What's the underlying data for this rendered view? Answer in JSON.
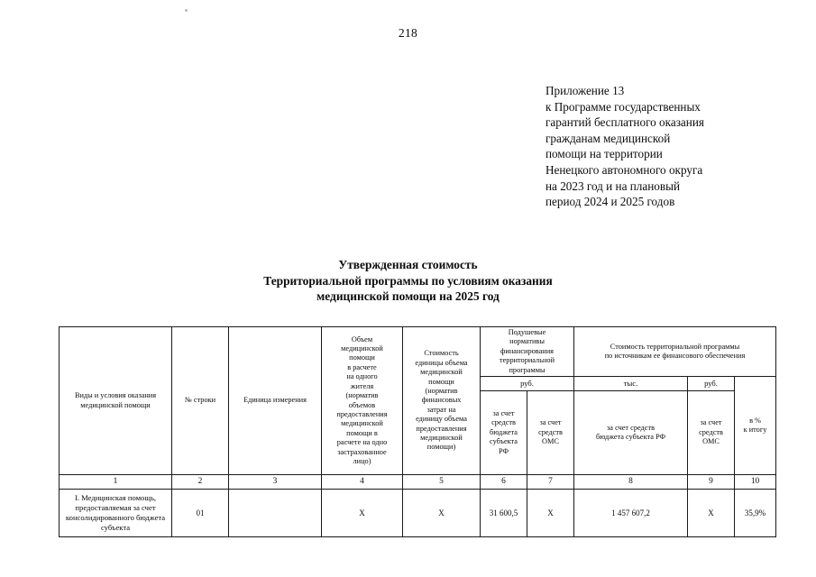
{
  "page": {
    "number": "218"
  },
  "appendix": {
    "lines": [
      "Приложение 13",
      "к Программе государственных",
      "гарантий бесплатного оказания",
      "гражданам медицинской",
      "помощи на территории",
      "Ненецкого автономного округа",
      "на 2023 год и на плановый",
      "период 2024 и 2025 годов"
    ]
  },
  "title": {
    "line1": "Утвержденная стоимость",
    "line2": "Территориальной программы по условиям оказания",
    "line3": "медицинской помощи на 2025 год"
  },
  "table": {
    "headers": {
      "col1": "Виды и условия оказания\nмедицинской помощи",
      "col2": "№ строки",
      "col3": "Единица измерения",
      "col4": "Объем\nмедицинской\nпомощи\nв расчете\nна одного\nжителя\n(норматив\nобъемов\nпредоставления\nмедицинской\nпомощи в\nрасчете на одно\nзастрахованное\nлицо)",
      "col5": "Стоимость\nединицы объема\nмедицинской\nпомощи\n(норматив\nфинансовых\nзатрат на\nединицу объема\nпредоставления\nмедицинской\nпомощи)",
      "group_per_capita": "Подушевые\nнормативы\nфинансирования\nтерриториальной\nпрограммы",
      "group_cost": "Стоимость территориальной программы\nпо источникам ее финансового обеспечения",
      "unit_rub_per_capita": "руб.",
      "unit_thousand": "тыс.",
      "unit_rub_oms": "руб.",
      "col6": "за счет\nсредств\nбюджета\nсубъекта\nРФ",
      "col7": "за счет\nсредств\nОМС",
      "col8": "за счет средств\nбюджета субъекта РФ",
      "col9": "за счет\nсредств\nОМС",
      "col10": "в %\nк итогу"
    },
    "column_numbers": [
      "1",
      "2",
      "3",
      "4",
      "5",
      "6",
      "7",
      "8",
      "9",
      "10"
    ],
    "rows": [
      {
        "label": "I. Медицинская помощь, предоставляемая за счет консолидированного бюджета субъекта",
        "row_no": "01",
        "unit": "",
        "volume": "X",
        "unit_cost": "X",
        "per_capita_budget": "31 600,5",
        "per_capita_oms": "X",
        "cost_budget": "1 457 607,2",
        "cost_oms": "X",
        "percent_total": "35,9%"
      }
    ]
  }
}
